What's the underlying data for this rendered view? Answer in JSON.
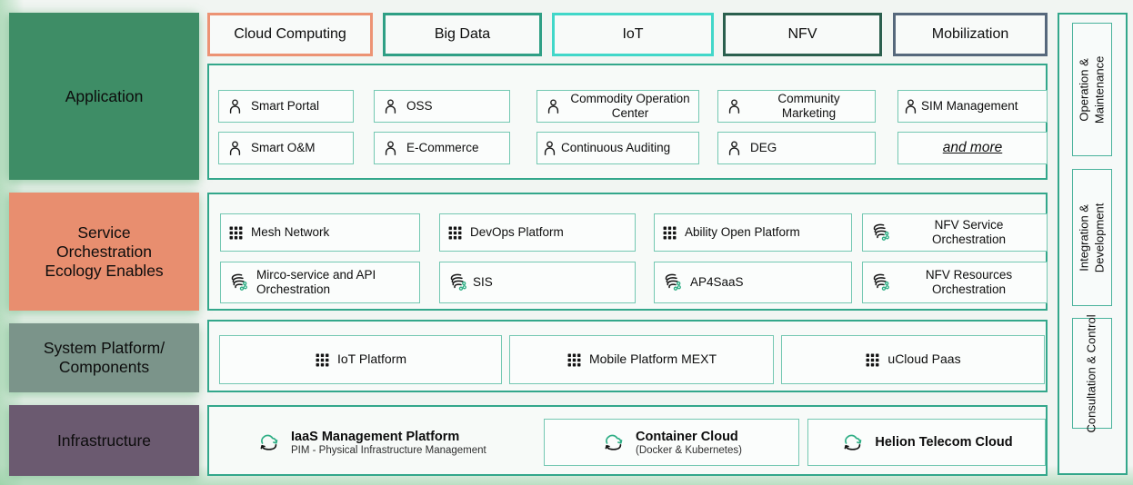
{
  "left_column": {
    "items": [
      {
        "label": "Application",
        "color": "#3e8d66"
      },
      {
        "label": "Service Orchestration Ecology Enables",
        "color": "#e88e6f"
      },
      {
        "label": "System Platform/ Components",
        "color": "#7b948a"
      },
      {
        "label": "Infrastructure",
        "color": "#6b5a70"
      }
    ]
  },
  "top_buttons": {
    "items": [
      {
        "label": "Cloud Computing",
        "border": "#ec9374"
      },
      {
        "label": "Big Data",
        "border": "#2f9f85"
      },
      {
        "label": "IoT",
        "border": "#41d7c9"
      },
      {
        "label": "NFV",
        "border": "#2b5f4e"
      },
      {
        "label": "Mobilization",
        "border": "#56687c"
      }
    ]
  },
  "application": {
    "row1": [
      {
        "icon": "person-icon",
        "label": "Smart Portal"
      },
      {
        "icon": "person-icon",
        "label": "OSS"
      },
      {
        "icon": "person-icon",
        "label": "Commodity Operation Center"
      },
      {
        "icon": "person-icon",
        "label": "Community Marketing"
      },
      {
        "icon": "person-icon",
        "label": "SIM Management"
      }
    ],
    "row2": [
      {
        "icon": "person-icon",
        "label": "Smart O&M"
      },
      {
        "icon": "person-icon",
        "label": "E-Commerce"
      },
      {
        "icon": "person-icon",
        "label": "Continuous Auditing"
      },
      {
        "icon": "person-icon",
        "label": "DEG"
      },
      {
        "icon": "none",
        "label": "and more"
      }
    ]
  },
  "service": {
    "row1": [
      {
        "icon": "grid-icon",
        "label": "Mesh Network"
      },
      {
        "icon": "grid-icon",
        "label": "DevOps Platform"
      },
      {
        "icon": "grid-icon",
        "label": "Ability Open Platform"
      },
      {
        "icon": "orchestration-icon",
        "label": "NFV Service Orchestration"
      }
    ],
    "row2": [
      {
        "icon": "orchestration-icon",
        "label": "Mirco-service and API Orchestration"
      },
      {
        "icon": "orchestration-icon",
        "label": "SIS"
      },
      {
        "icon": "orchestration-icon",
        "label": "AP4SaaS"
      },
      {
        "icon": "orchestration-icon",
        "label": "NFV Resources Orchestration"
      }
    ]
  },
  "system": {
    "items": [
      {
        "icon": "grid-icon",
        "label": "IoT Platform"
      },
      {
        "icon": "grid-icon",
        "label": "Mobile Platform MEXT"
      },
      {
        "icon": "grid-icon",
        "label": "uCloud Paas"
      }
    ]
  },
  "infrastructure": {
    "items": [
      {
        "icon": "cloud-sync-icon",
        "title": "IaaS Management Platform",
        "subtitle": "PIM - Physical Infrastructure Management"
      },
      {
        "icon": "cloud-sync-icon",
        "title": "Container Cloud",
        "subtitle": "(Docker & Kubernetes)"
      },
      {
        "icon": "cloud-sync-icon",
        "title": "Helion Telecom Cloud",
        "subtitle": ""
      }
    ]
  },
  "sidebar": {
    "items": [
      {
        "line1": "Operation &",
        "line2": "Maintenance"
      },
      {
        "line1": "Integration &",
        "line2": "Development"
      },
      {
        "line1": "Consultation & Control",
        "line2": ""
      }
    ]
  },
  "colors": {
    "outer_box_border": "#33a78b",
    "inner_tile_border": "#74c8b2",
    "sidebar_inner_border": "#49b29b",
    "icon_green": "#2fae85",
    "background": "#f1f5f2"
  }
}
